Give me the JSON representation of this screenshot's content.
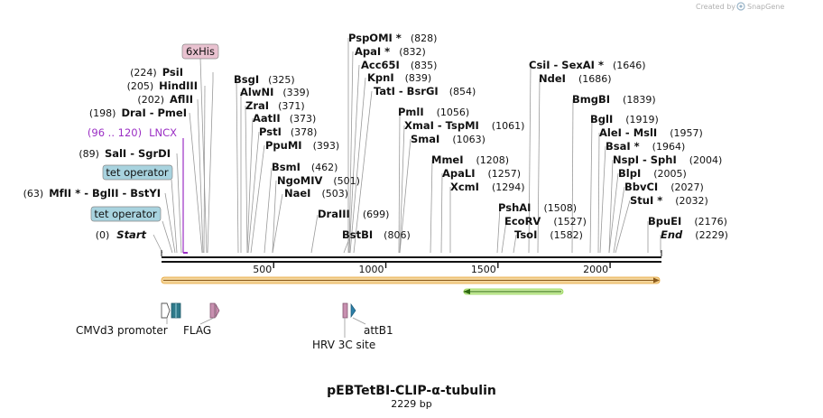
{
  "credit": {
    "prefix": "Created by",
    "brand": "SnapGene"
  },
  "plasmid": {
    "name": "pEBTetBI-CLIP-α-tubulin",
    "length_label": "2229 bp",
    "length": 2229
  },
  "ruler": {
    "ticks": [
      {
        "value": 500,
        "label": "500"
      },
      {
        "value": 1000,
        "label": "1000"
      },
      {
        "value": 1500,
        "label": "1500"
      },
      {
        "value": 2000,
        "label": "2000"
      }
    ]
  },
  "ends": {
    "start_label": "Start",
    "start_pos": "(0)",
    "end_label": "End",
    "end_pos": "(2229)"
  },
  "sites": [
    {
      "name": "PspOMI *",
      "pos": "(828)",
      "bp": 828
    },
    {
      "name": "ApaI *",
      "pos": "(832)",
      "bp": 832
    },
    {
      "name": "Acc65I",
      "pos": "(835)",
      "bp": 835
    },
    {
      "name": "KpnI",
      "pos": "(839)",
      "bp": 839
    },
    {
      "name": "TatI  -  BsrGI",
      "pos": "(854)",
      "bp": 854
    },
    {
      "name": "PsiI",
      "pos": "(224)",
      "bp": 224
    },
    {
      "name": "HindIII",
      "pos": "(205)",
      "bp": 205
    },
    {
      "name": "AflII",
      "pos": "(202)",
      "bp": 202
    },
    {
      "name": "DraI  -  PmeI",
      "pos": "(198)",
      "bp": 198
    },
    {
      "name": "SalI  -  SgrDI",
      "pos": "(89)",
      "bp": 89
    },
    {
      "name": "MfII *  -  BglII  -  BstYI",
      "pos": "(63)",
      "bp": 63
    },
    {
      "name": "BsgI",
      "pos": "(325)",
      "bp": 325
    },
    {
      "name": "AlwNI",
      "pos": "(339)",
      "bp": 339
    },
    {
      "name": "ZraI",
      "pos": "(371)",
      "bp": 371
    },
    {
      "name": "AatII",
      "pos": "(373)",
      "bp": 373
    },
    {
      "name": "PstI",
      "pos": "(378)",
      "bp": 378
    },
    {
      "name": "PpuMI",
      "pos": "(393)",
      "bp": 393
    },
    {
      "name": "BsmI",
      "pos": "(462)",
      "bp": 462
    },
    {
      "name": "NgoMIV",
      "pos": "(501)",
      "bp": 501
    },
    {
      "name": "NaeI",
      "pos": "(503)",
      "bp": 503
    },
    {
      "name": "DraIII",
      "pos": "(699)",
      "bp": 699
    },
    {
      "name": "BstBI",
      "pos": "(806)",
      "bp": 806
    },
    {
      "name": "PmlI",
      "pos": "(1056)",
      "bp": 1056
    },
    {
      "name": "XmaI  -  TspMI",
      "pos": "(1061)",
      "bp": 1061
    },
    {
      "name": "SmaI",
      "pos": "(1063)",
      "bp": 1063
    },
    {
      "name": "MmeI",
      "pos": "(1208)",
      "bp": 1208
    },
    {
      "name": "ApaLI",
      "pos": "(1257)",
      "bp": 1257
    },
    {
      "name": "XcmI",
      "pos": "(1294)",
      "bp": 1294
    },
    {
      "name": "PshAI",
      "pos": "(1508)",
      "bp": 1508
    },
    {
      "name": "EcoRV",
      "pos": "(1527)",
      "bp": 1527
    },
    {
      "name": "TsoI",
      "pos": "(1582)",
      "bp": 1582
    },
    {
      "name": "CsiI  -  SexAI *",
      "pos": "(1646)",
      "bp": 1646
    },
    {
      "name": "NdeI",
      "pos": "(1686)",
      "bp": 1686
    },
    {
      "name": "BmgBI",
      "pos": "(1839)",
      "bp": 1839
    },
    {
      "name": "BglI",
      "pos": "(1919)",
      "bp": 1919
    },
    {
      "name": "AleI  -  MslI",
      "pos": "(1957)",
      "bp": 1957
    },
    {
      "name": "BsaI *",
      "pos": "(1964)",
      "bp": 1964
    },
    {
      "name": "NspI  -  SphI",
      "pos": "(2004)",
      "bp": 2004
    },
    {
      "name": "BlpI",
      "pos": "(2005)",
      "bp": 2005
    },
    {
      "name": "BbvCI",
      "pos": "(2027)",
      "bp": 2027
    },
    {
      "name": "StuI *",
      "pos": "(2032)",
      "bp": 2032
    },
    {
      "name": "BpuEI",
      "pos": "(2176)",
      "bp": 2176
    }
  ],
  "feature_boxes": [
    {
      "label": "6xHis",
      "color": "#e9c2d0"
    },
    {
      "label": "tet operator",
      "color": "#a8d3df"
    },
    {
      "label": "tet operator",
      "color": "#a8d3df"
    }
  ],
  "primer": {
    "label": "LNCX",
    "range": "(96 .. 120)",
    "color": "#9b2fc4"
  },
  "features": [
    {
      "label": "CMVd3 promoter",
      "color": "#ffffff"
    },
    {
      "label": "FLAG",
      "color": "#c890b0"
    },
    {
      "label": "HRV 3C site",
      "color": "#c890b0"
    },
    {
      "label": "attB1",
      "color": "#2c7fa8"
    }
  ],
  "colors": {
    "orf_fill": "#f3b54a",
    "arrow_green": "#8cd24a"
  }
}
